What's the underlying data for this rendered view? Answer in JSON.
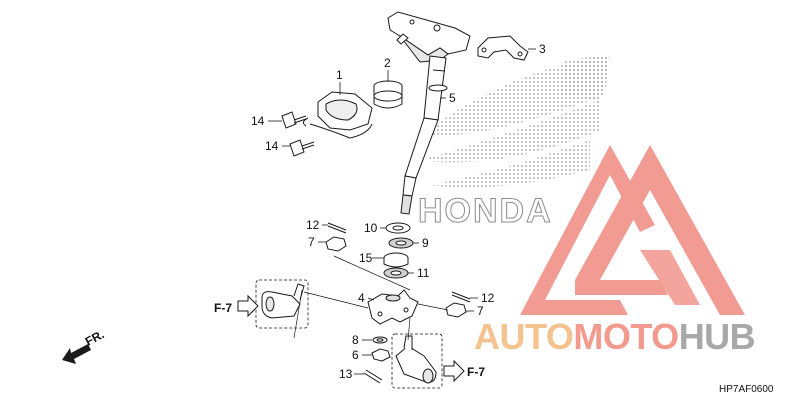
{
  "diagram": {
    "callouts": [
      "1",
      "2",
      "3",
      "5",
      "14",
      "14",
      "12",
      "10",
      "9",
      "7",
      "15",
      "11",
      "4",
      "12",
      "7",
      "8",
      "6",
      "13"
    ],
    "refs": [
      "F-7",
      "F-7"
    ],
    "direction_label": "FR.",
    "brand_text": "HONDA",
    "figure_code": "HP7AF0600"
  },
  "watermark": {
    "part1": "AUTO",
    "part2": "MOTO",
    "part3": "HUB"
  },
  "colors": {
    "line": "#1a1a1a",
    "watermark_red": "#f08a80",
    "watermark_orange": "#f4c28f",
    "watermark_gray": "#a8a8a8"
  }
}
